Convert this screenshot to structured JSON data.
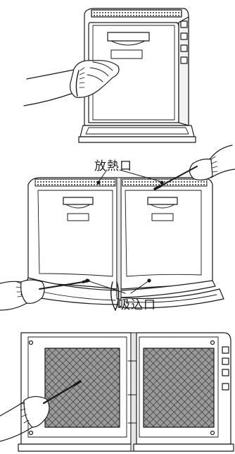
{
  "labels": {
    "heat_vent": "放熱口",
    "air_intake": "吸込口"
  },
  "panels": [
    {
      "name": "cleaning-unit-front"
    },
    {
      "name": "cleaning-vents-both-units"
    },
    {
      "name": "cleaning-back-filters"
    }
  ]
}
